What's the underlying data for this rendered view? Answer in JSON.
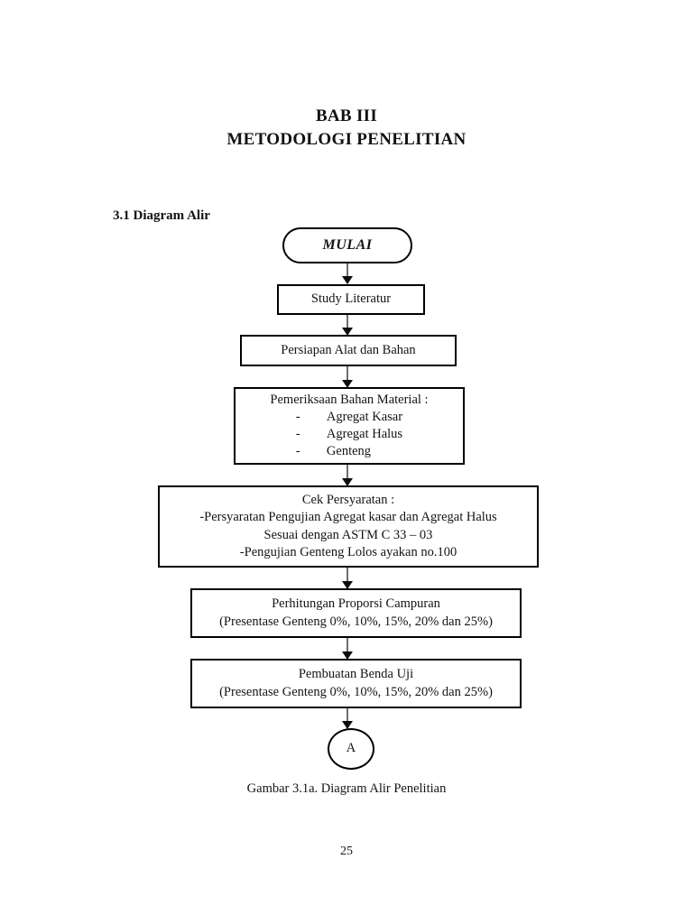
{
  "document": {
    "chapter_label": "BAB III",
    "chapter_title": "METODOLOGI PENELITIAN",
    "section_heading": "3.1 Diagram Alir",
    "figure_caption": "Gambar 3.1a. Diagram Alir Penelitian",
    "page_number": "25"
  },
  "flowchart": {
    "start": {
      "label": "MULAI"
    },
    "step_study": {
      "label": "Study Literatur"
    },
    "step_preparation": {
      "label": "Persiapan Alat dan Bahan"
    },
    "step_material": {
      "title": "Pemeriksaan Bahan Material :",
      "items": [
        {
          "dash": "-",
          "text": "Agregat Kasar"
        },
        {
          "dash": "-",
          "text": "Agregat Halus"
        },
        {
          "dash": "-",
          "text": "Genteng"
        }
      ]
    },
    "step_requirements": {
      "line1": "Cek Persyaratan :",
      "line2": "-Persyaratan Pengujian Agregat kasar dan Agregat Halus",
      "line3": "Sesuai dengan ASTM C 33 – 03",
      "line4": "-Pengujian Genteng Lolos ayakan no.100"
    },
    "step_proportion": {
      "line1": "Perhitungan Proporsi Campuran",
      "line2": "(Presentase Genteng 0%, 10%, 15%, 20% dan 25%)"
    },
    "step_specimen": {
      "line1": "Pembuatan Benda Uji",
      "line2": "(Presentase Genteng 0%, 10%, 15%, 20% dan 25%)"
    },
    "connector_a": {
      "label": "A"
    },
    "colors": {
      "node_border": "#000000",
      "node_fill": "#ffffff",
      "connector_line": "#6d6d6d",
      "arrow_head": "#0d0d0d",
      "text": "#141414",
      "page_background": "#ffffff"
    }
  }
}
